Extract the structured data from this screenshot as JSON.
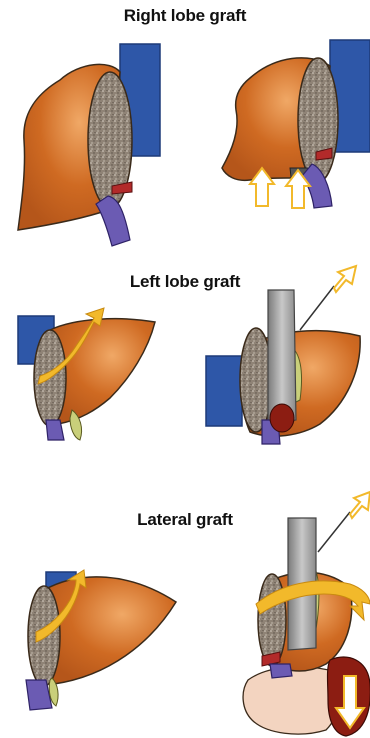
{
  "sections": [
    {
      "title": "Right lobe graft"
    },
    {
      "title": "Left lobe graft"
    },
    {
      "title": "Lateral graft"
    }
  ],
  "colors": {
    "liver": "#c8641e",
    "liver_highlight": "#e9924a",
    "cut_surface": "#8a7e72",
    "vessel_blue": "#2e57a8",
    "vessel_purple": "#6b5bb3",
    "vessel_red": "#b22a2a",
    "bile_yellow": "#c9cf7a",
    "arrow_yellow": "#f2b92b",
    "instrument_grey": "#9a9a9a",
    "stomach_pink": "#f3d4c0",
    "spleen_red": "#8c1d12",
    "outline": "#3a2a1a"
  }
}
